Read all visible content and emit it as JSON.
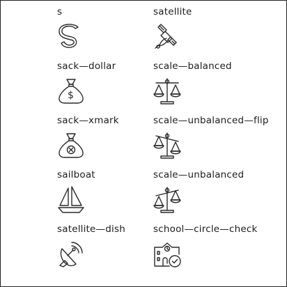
{
  "icons": [
    {
      "label": "s",
      "icon": "s-icon"
    },
    {
      "label": "satellite",
      "icon": "satellite-icon"
    },
    {
      "label": "sack—dollar",
      "icon": "sack-dollar-icon"
    },
    {
      "label": "scale—balanced",
      "icon": "scale-balanced-icon"
    },
    {
      "label": "sack—xmark",
      "icon": "sack-xmark-icon"
    },
    {
      "label": "scale—unbalanced—flip",
      "icon": "scale-unbalanced-flip-icon"
    },
    {
      "label": "sailboat",
      "icon": "sailboat-icon"
    },
    {
      "label": "scale—unbalanced",
      "icon": "scale-unbalanced-icon"
    },
    {
      "label": "satellite—dish",
      "icon": "satellite-dish-icon"
    },
    {
      "label": "school—circle—check",
      "icon": "school-circle-check-icon"
    }
  ]
}
